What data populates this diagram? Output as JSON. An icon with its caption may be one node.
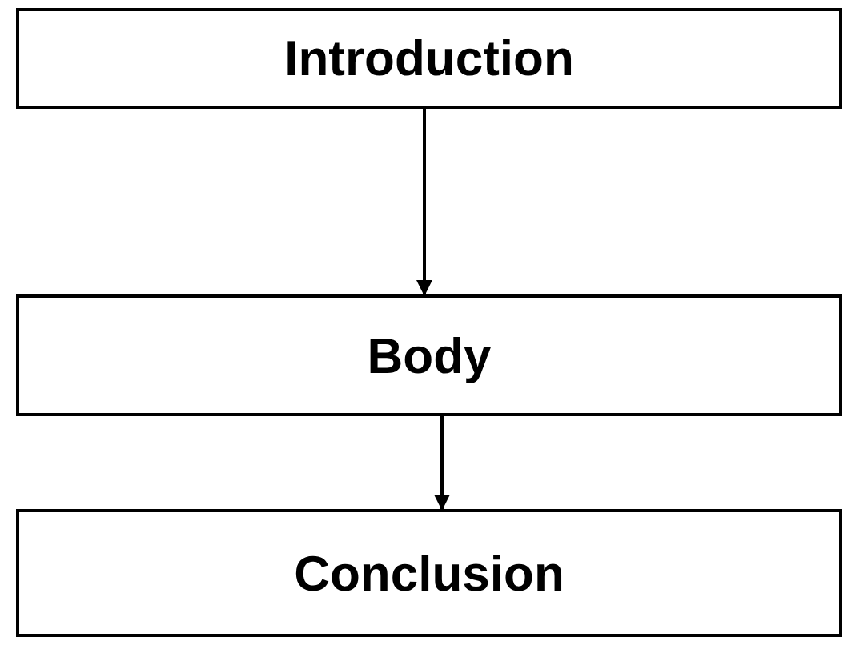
{
  "diagram": {
    "nodes": [
      {
        "text": [
          "Introduction"
        ]
      },
      {
        "text": [
          "Body"
        ]
      },
      {
        "text": [
          "Conclusion"
        ]
      }
    ],
    "edges": [
      {
        "from": 0,
        "to": 1,
        "arrow": "to"
      },
      {
        "from": 1,
        "to": 2,
        "arrow": "to"
      }
    ]
  }
}
